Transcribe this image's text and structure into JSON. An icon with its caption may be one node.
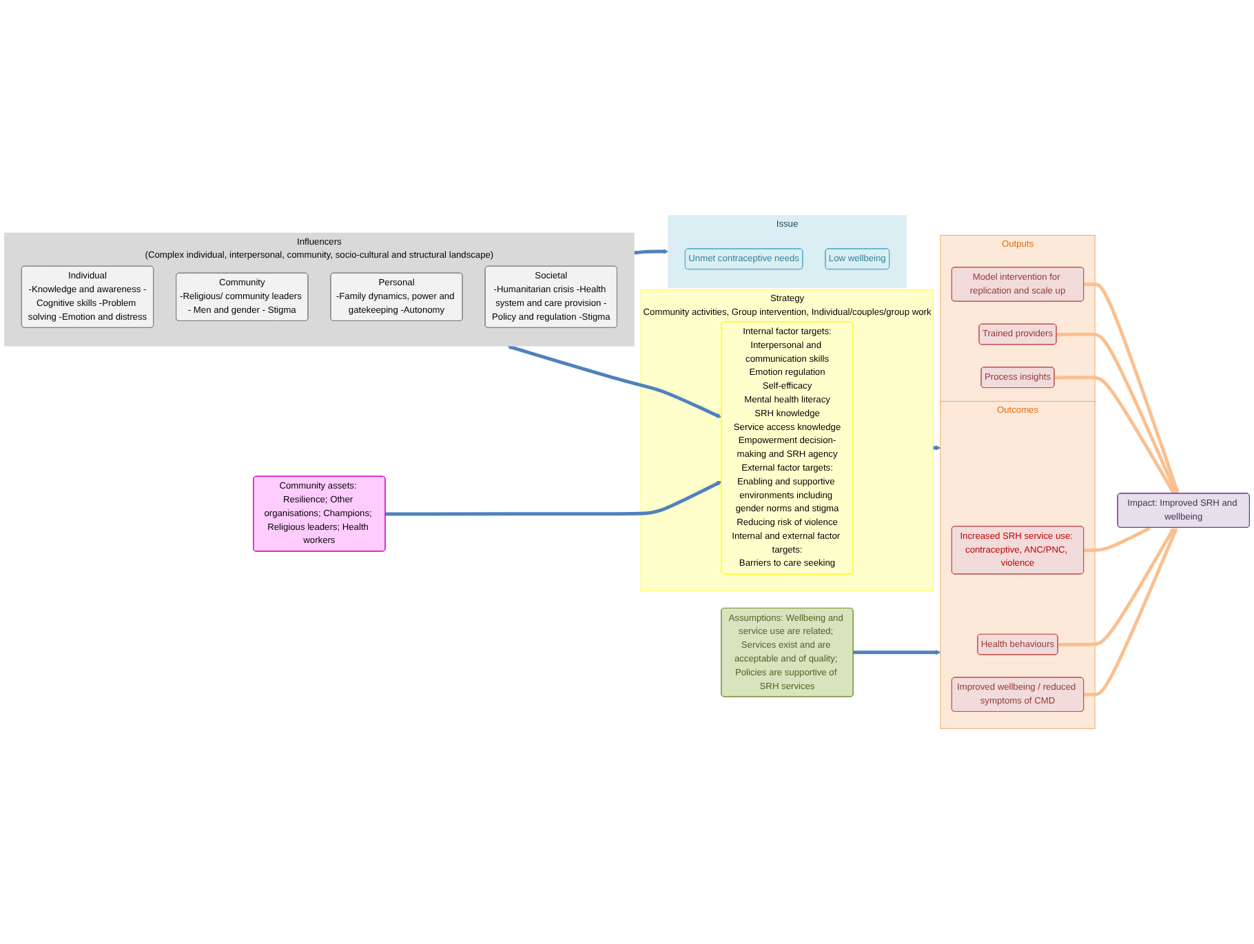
{
  "diagram": {
    "nodes": [
      {
        "text": [
          "Issue"
        ]
      },
      {
        "text": [
          "Unmet contraceptive needs"
        ],
        "in": 0
      },
      {
        "text": [
          "Low wellbeing"
        ],
        "in": 0
      },
      {
        "text": [
          "Influencers",
          "(Complex individual, interpersonal, community, socio-cultural and structural landscape)"
        ]
      },
      {
        "text": [
          "Individual",
          "-Knowledge and awareness -Cognitive skills -Problem solving -Emotion and distress"
        ],
        "in": 3
      },
      {
        "text": [
          "Community",
          "-Religious/ community leaders - Men and gender - Stigma"
        ],
        "in": 3
      },
      {
        "text": [
          "Personal",
          "-Family dynamics, power and gatekeeping -Autonomy"
        ],
        "in": 3
      },
      {
        "text": [
          "Societal",
          "-Humanitarian crisis -Health system and care provision -Policy and regulation -Stigma"
        ],
        "in": 3
      },
      {
        "text": [
          "Assumptions: Wellbeing and service use are related; Services exist and are acceptable and of quality; Policies are supportive of SRH services"
        ]
      },
      {
        "text": [
          "Strategy",
          "Community activities, Group intervention, Individual/couples/group work"
        ]
      },
      {
        "text": [
          "Internal factor targets:",
          "Interpersonal and communication skills",
          "Emotion regulation",
          "Self-efficacy",
          "Mental health literacy",
          "SRH knowledge",
          "Service access knowledge",
          "Empowerment decision-making and SRH agency",
          "External factor targets:",
          "Enabling and supportive environments including gender norms and stigma",
          "Reducing risk of violence",
          "Internal and external factor targets:",
          "Barriers to care seeking"
        ],
        "in": 9
      },
      {
        "text": [
          "Community assets: Resilience; Other organisations; Champions; Religious leaders; Health workers"
        ]
      },
      {
        "text": [
          "Outcomes"
        ]
      },
      {
        "text": [
          "Increased SRH service use: contraceptive, ANC/PNC, violence"
        ],
        "in": 12
      },
      {
        "text": [
          "Health behaviours"
        ],
        "in": 12
      },
      {
        "text": [
          "Improved wellbeing / reduced symptoms of CMD"
        ],
        "in": 12
      },
      {
        "text": [
          "Outputs"
        ]
      },
      {
        "text": [
          "Model intervention for replication and scale up"
        ],
        "in": 16
      },
      {
        "text": [
          "Trained providers"
        ],
        "in": 16
      },
      {
        "text": [
          "Process insights"
        ],
        "in": 16
      },
      {
        "text": [
          "Impact: Improved SRH and wellbeing"
        ]
      }
    ],
    "edges": [
      {
        "from": 3,
        "to": 0,
        "arrow": "to",
        "color": "#4f81bd"
      },
      {
        "from": 3,
        "to": 10,
        "arrow": "both",
        "color": "#4f81bd"
      },
      {
        "from": 8,
        "to": 12,
        "arrow": "to",
        "color": "#4f81bd"
      },
      {
        "from": 9,
        "to": 12,
        "arrow": "to",
        "color": "#4f81bd"
      },
      {
        "from": 11,
        "to": 10,
        "arrow": "to",
        "color": "#4f81bd"
      },
      {
        "from": 13,
        "to": 20,
        "arrow": "to"
      },
      {
        "from": 14,
        "to": 20,
        "arrow": "to"
      },
      {
        "from": 15,
        "to": 20,
        "arrow": "to"
      },
      {
        "from": 17,
        "to": 20,
        "arrow": "to"
      },
      {
        "from": 18,
        "to": 20,
        "arrow": "to"
      },
      {
        "from": 19,
        "to": 20,
        "arrow": "to"
      }
    ]
  }
}
